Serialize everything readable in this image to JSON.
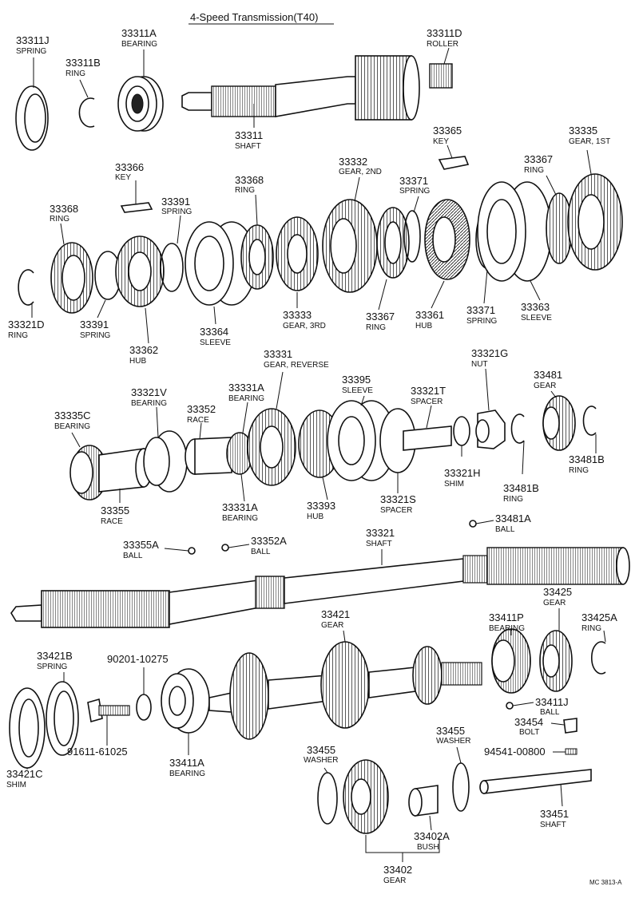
{
  "title": "4-Speed Transmission(T40)",
  "code": "MC 3813-A",
  "parts": [
    {
      "id": "p-33311J",
      "num": "33311J",
      "name": "SPRING"
    },
    {
      "id": "p-33311B",
      "num": "33311B",
      "name": "RING"
    },
    {
      "id": "p-33311A",
      "num": "33311A",
      "name": "BEARING"
    },
    {
      "id": "p-33311",
      "num": "33311",
      "name": "SHAFT"
    },
    {
      "id": "p-33311D",
      "num": "33311D",
      "name": "ROLLER"
    },
    {
      "id": "p-33365",
      "num": "33365",
      "name": "KEY"
    },
    {
      "id": "p-33335",
      "num": "33335",
      "name": "GEAR, 1ST"
    },
    {
      "id": "p-33366",
      "num": "33366",
      "name": "KEY"
    },
    {
      "id": "p-33368a",
      "num": "33368",
      "name": "RING"
    },
    {
      "id": "p-33368b",
      "num": "33368",
      "name": "RING"
    },
    {
      "id": "p-33391a",
      "num": "33391",
      "name": "SPRING"
    },
    {
      "id": "p-33332",
      "num": "33332",
      "name": "GEAR, 2ND"
    },
    {
      "id": "p-33371a",
      "num": "33371",
      "name": "SPRING"
    },
    {
      "id": "p-33367a",
      "num": "33367",
      "name": "RING"
    },
    {
      "id": "p-33321D",
      "num": "33321D",
      "name": "RING"
    },
    {
      "id": "p-33391b",
      "num": "33391",
      "name": "SPRING"
    },
    {
      "id": "p-33362",
      "num": "33362",
      "name": "HUB"
    },
    {
      "id": "p-33364",
      "num": "33364",
      "name": "SLEEVE"
    },
    {
      "id": "p-33333",
      "num": "33333",
      "name": "GEAR, 3RD"
    },
    {
      "id": "p-33367b",
      "num": "33367",
      "name": "RING"
    },
    {
      "id": "p-33361",
      "num": "33361",
      "name": "HUB"
    },
    {
      "id": "p-33371b",
      "num": "33371",
      "name": "SPRING"
    },
    {
      "id": "p-33363",
      "num": "33363",
      "name": "SLEEVE"
    },
    {
      "id": "p-33331",
      "num": "33331",
      "name": "GEAR, REVERSE"
    },
    {
      "id": "p-33321G",
      "num": "33321G",
      "name": "NUT"
    },
    {
      "id": "p-33481",
      "num": "33481",
      "name": "GEAR"
    },
    {
      "id": "p-33335C",
      "num": "33335C",
      "name": "BEARING"
    },
    {
      "id": "p-33321V",
      "num": "33321V",
      "name": "BEARING"
    },
    {
      "id": "p-33352",
      "num": "33352",
      "name": "RACE"
    },
    {
      "id": "p-33331A-top",
      "num": "33331A",
      "name": "BEARING"
    },
    {
      "id": "p-33395",
      "num": "33395",
      "name": "SLEEVE"
    },
    {
      "id": "p-33321T",
      "num": "33321T",
      "name": "SPACER"
    },
    {
      "id": "p-33481B-right",
      "num": "33481B",
      "name": "RING"
    },
    {
      "id": "p-33321H",
      "num": "33321H",
      "name": "SHIM"
    },
    {
      "id": "p-33481B-left",
      "num": "33481B",
      "name": "RING"
    },
    {
      "id": "p-33355",
      "num": "33355",
      "name": "RACE"
    },
    {
      "id": "p-33331A-bot",
      "num": "33331A",
      "name": "BEARING"
    },
    {
      "id": "p-33393",
      "num": "33393",
      "name": "HUB"
    },
    {
      "id": "p-33321S",
      "num": "33321S",
      "name": "SPACER"
    },
    {
      "id": "p-33481A",
      "num": "33481A",
      "name": "BALL"
    },
    {
      "id": "p-33355A",
      "num": "33355A",
      "name": "BALL"
    },
    {
      "id": "p-33352A",
      "num": "33352A",
      "name": "BALL"
    },
    {
      "id": "p-33321",
      "num": "33321",
      "name": "SHAFT"
    },
    {
      "id": "p-33425",
      "num": "33425",
      "name": "GEAR"
    },
    {
      "id": "p-33421",
      "num": "33421",
      "name": "GEAR"
    },
    {
      "id": "p-33411P",
      "num": "33411P",
      "name": "BEARING"
    },
    {
      "id": "p-33425A",
      "num": "33425A",
      "name": "RING"
    },
    {
      "id": "p-33421B",
      "num": "33421B",
      "name": "SPRING"
    },
    {
      "id": "p-90201",
      "num": "90201-10275",
      "name": ""
    },
    {
      "id": "p-33411J",
      "num": "33411J",
      "name": "BALL"
    },
    {
      "id": "p-33454",
      "num": "33454",
      "name": "BOLT"
    },
    {
      "id": "p-33455a",
      "num": "33455",
      "name": "WASHER"
    },
    {
      "id": "p-94541",
      "num": "94541-00800",
      "name": ""
    },
    {
      "id": "p-33455b",
      "num": "33455",
      "name": "WASHER"
    },
    {
      "id": "p-33421C",
      "num": "33421C",
      "name": "SHIM"
    },
    {
      "id": "p-91611",
      "num": "91611-61025",
      "name": ""
    },
    {
      "id": "p-33411A",
      "num": "33411A",
      "name": "BEARING"
    },
    {
      "id": "p-33451",
      "num": "33451",
      "name": "SHAFT"
    },
    {
      "id": "p-33402A",
      "num": "33402A",
      "name": "BUSH"
    },
    {
      "id": "p-33402",
      "num": "33402",
      "name": "GEAR"
    }
  ]
}
